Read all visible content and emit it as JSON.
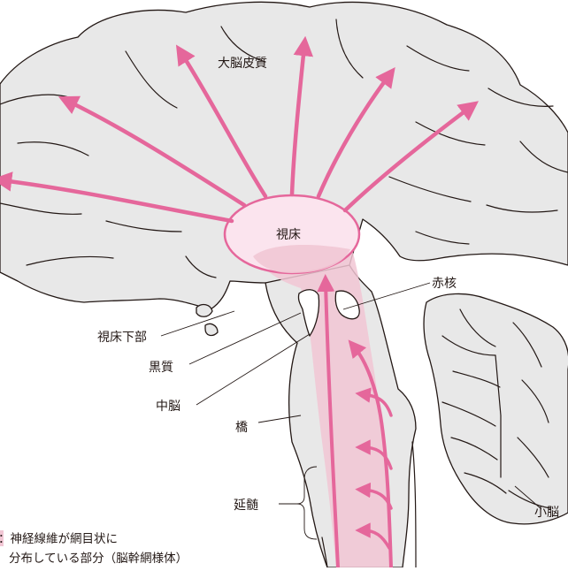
{
  "colors": {
    "tissue": "#e8e8e8",
    "outline": "#231815",
    "pink": "#e5679b",
    "pink_light": "#f1c6d4",
    "pink_pale": "#f7e4ec",
    "thalamus_fill": "#fbe4ee",
    "text": "#231815"
  },
  "labels": {
    "cortex": "大脳皮質",
    "thalamus": "視床",
    "red_nucleus": "赤核",
    "hypothalamus": "視床下部",
    "substantia_nigra": "黒質",
    "midbrain": "中脳",
    "pons": "橋",
    "medulla": "延髄",
    "cerebellum": "小脳"
  },
  "legend": {
    "line1": "：神経線維が網目状に",
    "line2": "分布している部分（脳幹網様体）"
  },
  "icons": {
    "arrow": "arrow-icon",
    "brace": "brace-icon"
  }
}
